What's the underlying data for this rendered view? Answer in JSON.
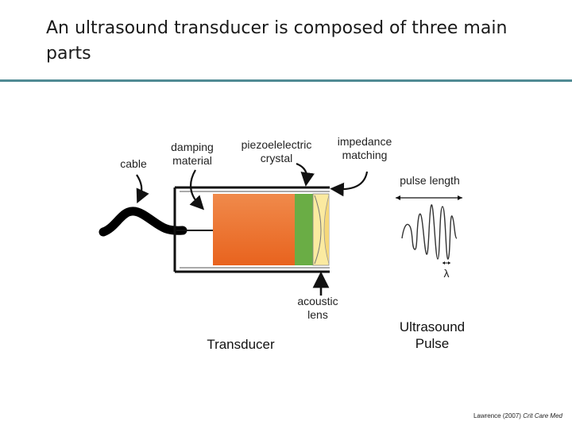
{
  "slide": {
    "title": "An ultrasound transducer is composed of three main parts"
  },
  "diagram": {
    "labels": {
      "cable": "cable",
      "damping_material": "damping\nmaterial",
      "piezoelectric_crystal": "piezoelelectric\ncrystal",
      "impedance_matching": "impedance\nmatching",
      "pulse_length": "pulse  length",
      "wavelength": "λ",
      "acoustic_lens": "acoustic\nlens",
      "transducer": "Transducer",
      "ultrasound_pulse": "Ultrasound\nPulse"
    },
    "colors": {
      "damping_material": "#ed6f2c",
      "piezoelectric_crystal": "#6aad45",
      "impedance_matching": "#fbeaa0",
      "title_rule": "#4f8a93"
    }
  },
  "citation": {
    "author_year": "Lawrence (2007) ",
    "journal": "Crit Care Med"
  }
}
